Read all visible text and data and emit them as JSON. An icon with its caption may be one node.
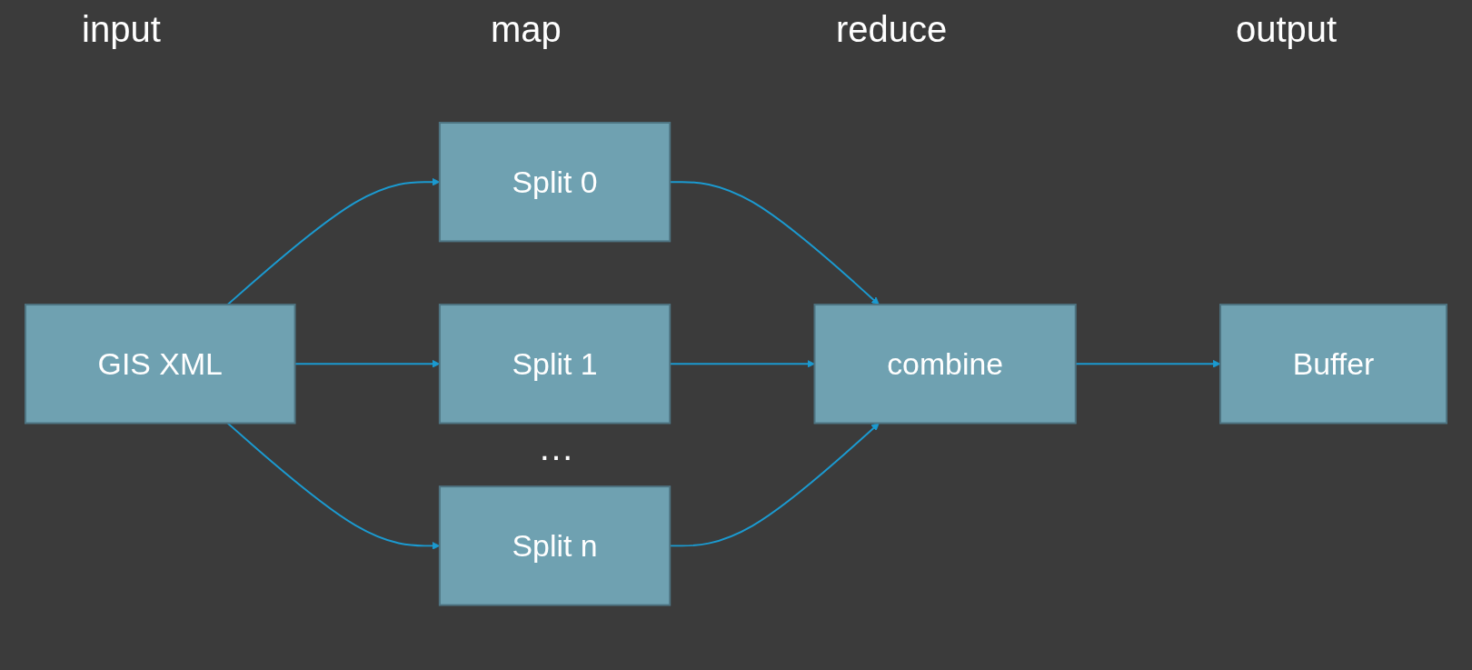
{
  "diagram": {
    "nodes": [
      {
        "text": [
          "GIS XML"
        ]
      },
      {
        "text": [
          "Split 0"
        ]
      },
      {
        "text": [
          "Split 1"
        ]
      },
      {
        "text": [
          "Split n"
        ]
      },
      {
        "text": [
          "combine"
        ]
      },
      {
        "text": [
          "Buffer"
        ]
      }
    ],
    "edges": [
      {
        "from": 0,
        "to": 1,
        "arrow": "to"
      },
      {
        "from": 0,
        "to": 2,
        "arrow": "to"
      },
      {
        "from": 0,
        "to": 3,
        "arrow": "to"
      },
      {
        "from": 1,
        "to": 4,
        "arrow": "to"
      },
      {
        "from": 2,
        "to": 4,
        "arrow": "to"
      },
      {
        "from": 3,
        "to": 4,
        "arrow": "to"
      },
      {
        "from": 4,
        "to": 5,
        "arrow": "to"
      }
    ],
    "labels": [
      "input",
      "map",
      "reduce",
      "output",
      "…"
    ]
  }
}
